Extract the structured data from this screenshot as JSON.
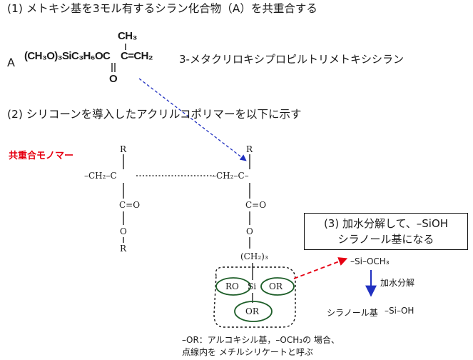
{
  "title1": "(1) メトキシ基を3モル有するシラン化合物（A）を共重合する",
  "compound_a": {
    "label": "A",
    "formula": "(CH₃O)₃SiC₃H₆OC",
    "ch3": "CH₃",
    "eq_ch2": "C=CH₂",
    "oxygen": "O",
    "name": "3-メタクリロキシプロピルトリメトキシシラン"
  },
  "title2": "(2) シリコーンを導入したアクリルコポリマーを以下に示す",
  "comonomer_label": "共重合モノマー",
  "left_unit": {
    "r_top": "R",
    "ch2": "–CH₂–C",
    "c_eq_o": "C=O",
    "o": "O",
    "r_bottom": "R"
  },
  "right_unit": {
    "r_top": "R",
    "ch2": "–CH₂–C–",
    "c_eq_o": "C=O",
    "o": "O",
    "ch2_3": "(CH₂)₃",
    "ro": "RO",
    "si": "Si",
    "or_right": "OR",
    "or_bottom": "OR"
  },
  "box3": {
    "line1": "(3) 加水分解して、–SiOH",
    "line2": "シラノール基になる"
  },
  "hydrolysis": {
    "si_och3": "–Si–OCH₃",
    "label": "加水分解",
    "silanol": "シラノール基",
    "si_oh": "–Si–OH"
  },
  "note": {
    "line1": "–OR：アルコキシル基，–OCH₃の 場合、",
    "line2": "点線内を メチルシリケートと呼ぶ"
  },
  "colors": {
    "red": "#e60012",
    "blue": "#2030c0",
    "green": "#1f5f2a"
  }
}
